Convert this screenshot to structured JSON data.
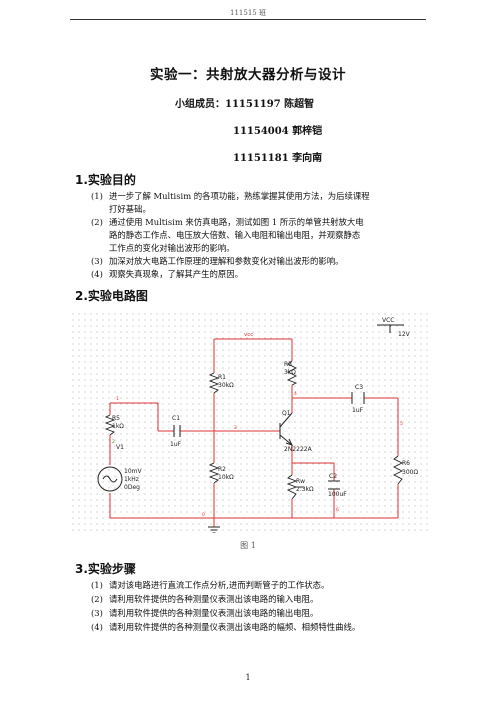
{
  "header": {
    "text": "111515 班"
  },
  "title": "实验一：共射放大器分析与设计",
  "members": {
    "label": "小组成员：",
    "list": [
      {
        "id": "11151197",
        "name": "陈超智"
      },
      {
        "id": "11154004",
        "name": "郭梓铠"
      },
      {
        "id": "11151181",
        "name": "李向南"
      }
    ]
  },
  "sections": [
    {
      "heading": "1.实验目的",
      "items": [
        {
          "num": "(1)",
          "lines": [
            "进一步了解 Multisim 的各项功能，熟练掌握其使用方法，为后续课程",
            "打好基础。"
          ]
        },
        {
          "num": "(2)",
          "lines": [
            "通过使用 Multisim 来仿真电路，测试如图 1 所示的单管共射放大电",
            "路的静态工作点、电压放大倍数、输入电阻和输出电阻，并观察静态",
            "工作点的变化对输出波形的影响。"
          ]
        },
        {
          "num": "(3)",
          "lines": [
            "加深对放大电路工作原理的理解和参数变化对输出波形的影响。"
          ]
        },
        {
          "num": "(4)",
          "lines": [
            "观察失真现象，了解其产生的原因。"
          ]
        }
      ]
    },
    {
      "heading": "2.实验电路图",
      "items": []
    },
    {
      "heading": "3.实验步骤",
      "items": [
        {
          "num": "(1)",
          "lines": [
            "请对该电路进行直流工作点分析,进而判断管子的工作状态。"
          ]
        },
        {
          "num": "(2)",
          "lines": [
            "请利用软件提供的各种测量仪表测出该电路的输入电阻。"
          ]
        },
        {
          "num": "(3)",
          "lines": [
            "请利用软件提供的各种测量仪表测出该电路的输出电阻。"
          ]
        },
        {
          "num": "(4)",
          "lines": [
            "请利用软件提供的各种测量仪表测出该电路的幅频、相频特性曲线。"
          ]
        }
      ]
    }
  ],
  "figure": {
    "caption": "图 1",
    "labels": {
      "vcc_net": "vcc",
      "vcc_src": "VCC",
      "vcc_val": "12V",
      "r1": "R1",
      "r1v": "30kΩ",
      "r2": "R2",
      "r2v": "10kΩ",
      "r3": "R3",
      "r3v": "3kΩ",
      "r5": "R5",
      "r5v": "1kΩ",
      "r6": "R6",
      "r6v": "300Ω",
      "rw": "Rw",
      "rwv": "2.3kΩ",
      "c1": "C1",
      "c1v": "1uF",
      "c2": "C2",
      "c2v": "100uF",
      "c3": "C3",
      "c3v": "1uF",
      "q1": "Q1",
      "q1v": "2N2222A",
      "v1": "V1",
      "v1a": "10mV",
      "v1b": "1kHz",
      "v1c": "0Deg",
      "n1": "1",
      "n2": "2",
      "n3": "3",
      "n4": "4",
      "n5": "5",
      "n6": "6",
      "n0": "0"
    }
  },
  "page_number": "1"
}
